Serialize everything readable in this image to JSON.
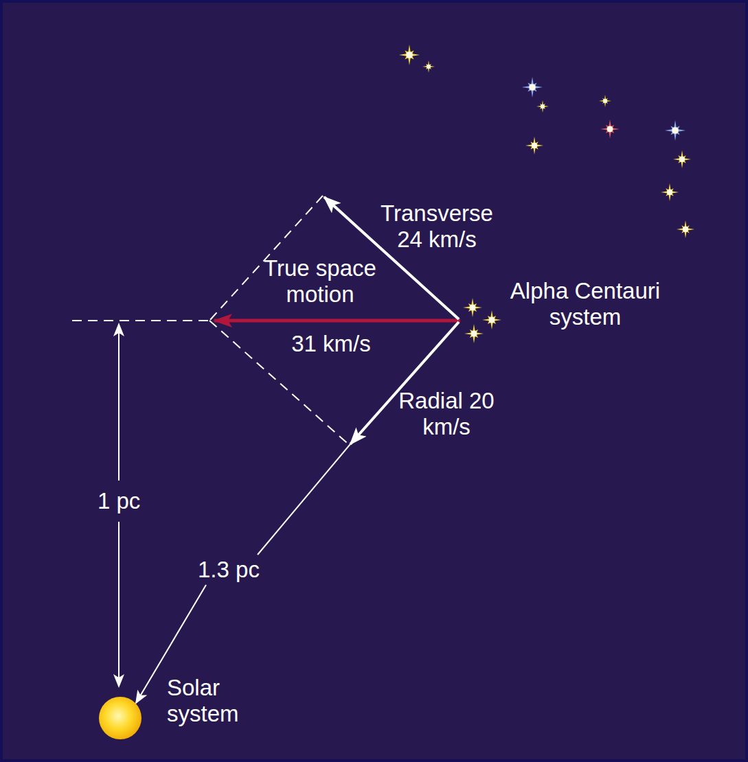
{
  "diagram": {
    "labels": [
      "Transverse 24 km/s",
      "True space motion",
      "31 km/s",
      "Alpha Centauri system",
      "Radial 20 km/s",
      "1 pc",
      "1.3 pc",
      "Solar system"
    ]
  }
}
